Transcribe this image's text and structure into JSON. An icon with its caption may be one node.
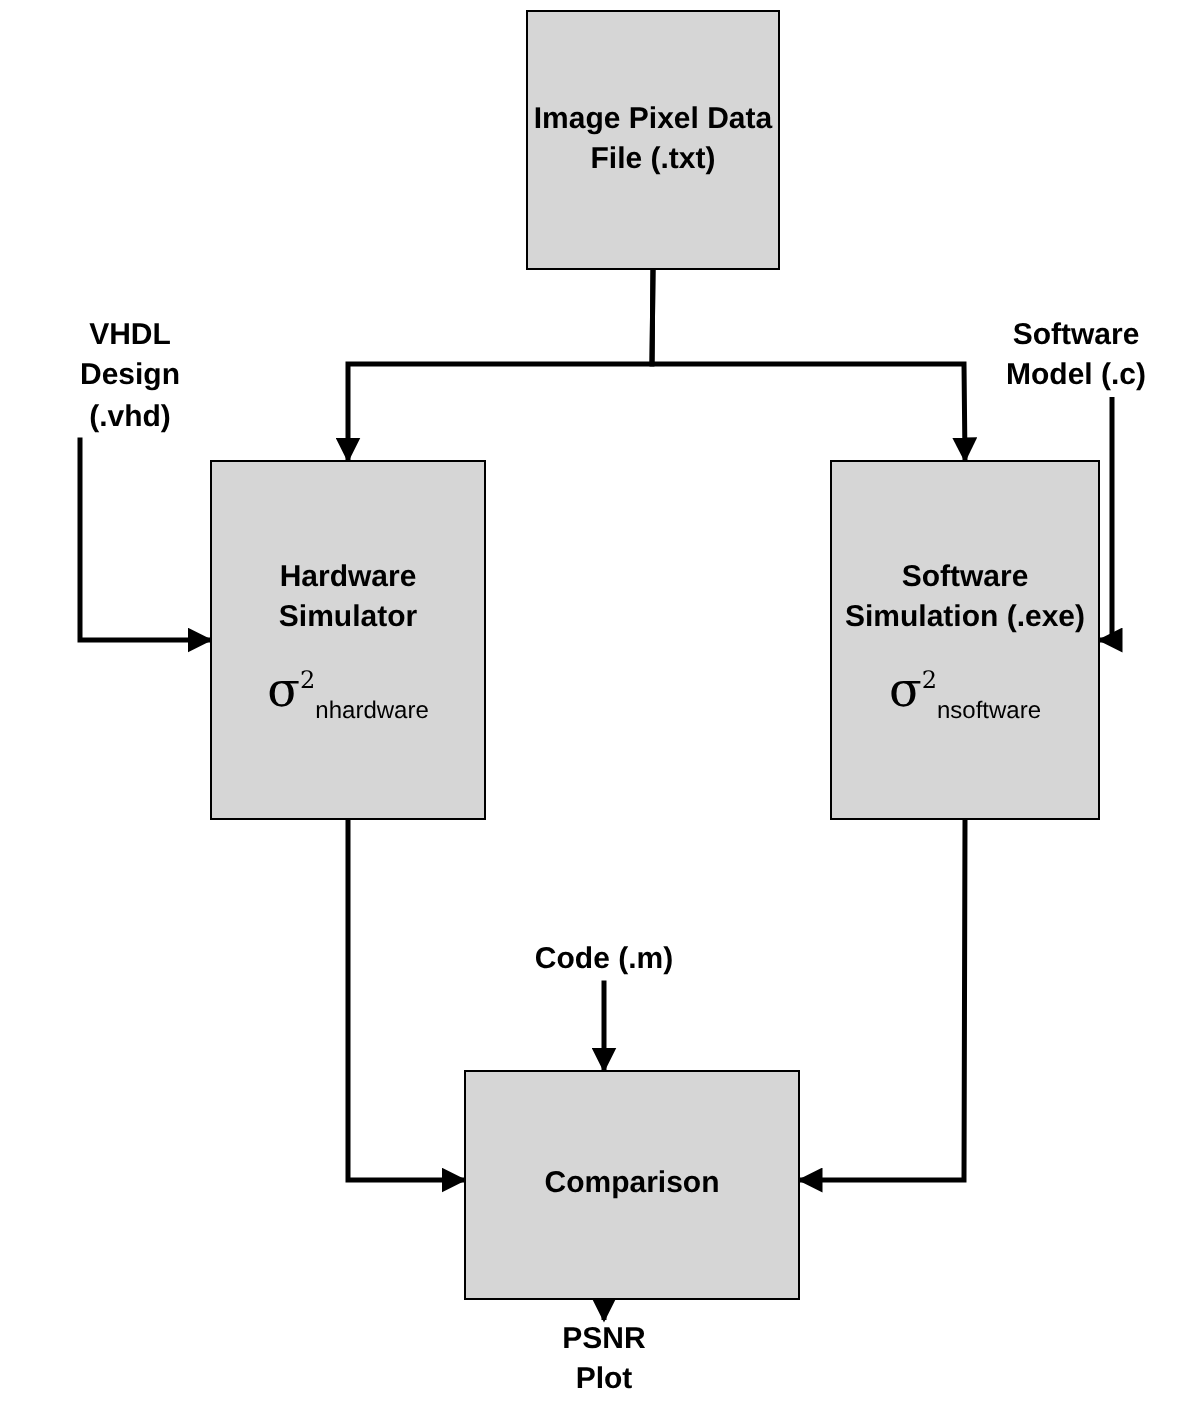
{
  "diagram": {
    "nodes": [
      {
        "text": [
          "Image Pixel Data File (.txt)"
        ]
      },
      {
        "text": [
          "VHDL Design (.vhd)"
        ]
      },
      {
        "text": [
          "Software Model (.c)"
        ]
      },
      {
        "text": [
          "Hardware Simulator",
          "σ$^{2}$$_{n}$$_{hardware}$"
        ]
      },
      {
        "text": [
          "Software Simulation (.exe)",
          "σ$^{2}$$_{n}$$_{software}$"
        ]
      },
      {
        "text": [
          "Code (.m)"
        ]
      },
      {
        "text": [
          "Comparison"
        ]
      },
      {
        "text": [
          "PSNR Plot"
        ]
      }
    ],
    "edges": [
      {
        "from": 0,
        "to": 3,
        "arrow": "to"
      },
      {
        "from": 0,
        "to": 4,
        "arrow": "to"
      },
      {
        "from": 1,
        "to": 3,
        "arrow": "to"
      },
      {
        "from": 2,
        "to": 4,
        "arrow": "to"
      },
      {
        "from": 3,
        "to": 6,
        "arrow": "to"
      },
      {
        "from": 4,
        "to": 6,
        "arrow": "to"
      },
      {
        "from": 5,
        "to": 6,
        "arrow": "to"
      },
      {
        "from": 6,
        "to": 7,
        "arrow": "to"
      }
    ]
  }
}
